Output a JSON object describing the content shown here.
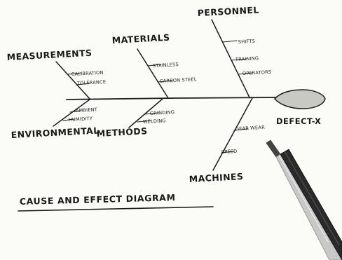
{
  "categories": {
    "personnel": {
      "label": "PERSONNEL",
      "causes": [
        "SHIFTS",
        "TRAINING",
        "OPERATORS"
      ]
    },
    "materials": {
      "label": "MATERIALS",
      "causes": [
        "STAINLESS",
        "CARBON STEEL"
      ]
    },
    "measurements": {
      "label": "MEASUREMENTS",
      "causes": [
        "CALIBRATION",
        "TOLERANCE"
      ]
    },
    "environmental": {
      "label": "ENVIRONMENTAL",
      "causes": [
        "AMBIENT",
        "HUMIDITY"
      ]
    },
    "methods": {
      "label": "METHODS",
      "causes": [
        "GRINDING",
        "WELDING"
      ]
    },
    "machines": {
      "label": "MACHINES",
      "causes": [
        "GEAR WEAR",
        "SPEED"
      ]
    }
  },
  "effect": {
    "label": "DEFECT-X"
  },
  "title": "CAUSE AND EFFECT DIAGRAM",
  "colors": {
    "ink": "#1c1c1c",
    "head_fill": "#c9c9c4",
    "pen_body": "#2a2a2a",
    "pen_barrel": "#c8c8c8"
  },
  "icons": {
    "pen": "pen-icon"
  }
}
